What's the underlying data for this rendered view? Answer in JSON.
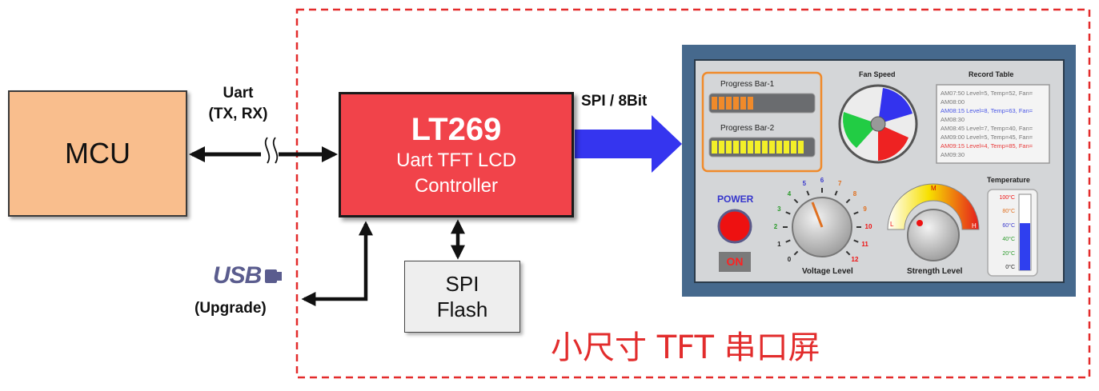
{
  "mcu": {
    "label": "MCU"
  },
  "uart": {
    "line1": "Uart",
    "line2": "(TX, RX)"
  },
  "controller": {
    "title": "LT269",
    "line1": "Uart TFT LCD",
    "line2": "Controller"
  },
  "link_label": "SPI / 8Bit",
  "flash": {
    "line1": "SPI",
    "line2": "Flash"
  },
  "usb": {
    "logo": "USB",
    "label": "(Upgrade)"
  },
  "panel_title": "小尺寸 TFT 串口屏",
  "screen": {
    "progress1": {
      "label": "Progress Bar-1",
      "fill_fraction": 0.45,
      "color": "#f08a2a"
    },
    "progress2": {
      "label": "Progress Bar-2",
      "fill_fraction": 0.9,
      "color": "#f2ef28"
    },
    "fan_title": "Fan Speed",
    "record_title": "Record Table",
    "records": [
      {
        "text": "AM07:50 Level=5, Temp=52, Fan=",
        "color": "#777777"
      },
      {
        "text": "AM08:00",
        "color": "#777777"
      },
      {
        "text": "AM08:15 Level=8, Temp=63, Fan=",
        "color": "#4a57e6"
      },
      {
        "text": "AM08:30",
        "color": "#777777"
      },
      {
        "text": "AM08:45 Level=7, Temp=40, Fan=",
        "color": "#777777"
      },
      {
        "text": "AM09:00 Level=5, Temp=45, Fan=",
        "color": "#777777"
      },
      {
        "text": "AM09:15 Level=4, Temp=85, Fan=",
        "color": "#e83b3b"
      },
      {
        "text": "AM09:30",
        "color": "#777777"
      }
    ],
    "power_label": "POWER",
    "on_label": "ON",
    "voltage_label": "Voltage Level",
    "voltage_ticks": [
      "0",
      "1",
      "2",
      "3",
      "4",
      "5",
      "6",
      "7",
      "8",
      "9",
      "10",
      "11",
      "12"
    ],
    "strength_label": "Strength Level",
    "strength_marks": {
      "low": "L",
      "mid": "M",
      "high": "H"
    },
    "temp_title": "Temperature",
    "temp_ticks": [
      "100°C",
      "80°C",
      "60°C",
      "40°C",
      "20°C",
      "0°C"
    ],
    "temp_fill_fraction": 0.62
  }
}
